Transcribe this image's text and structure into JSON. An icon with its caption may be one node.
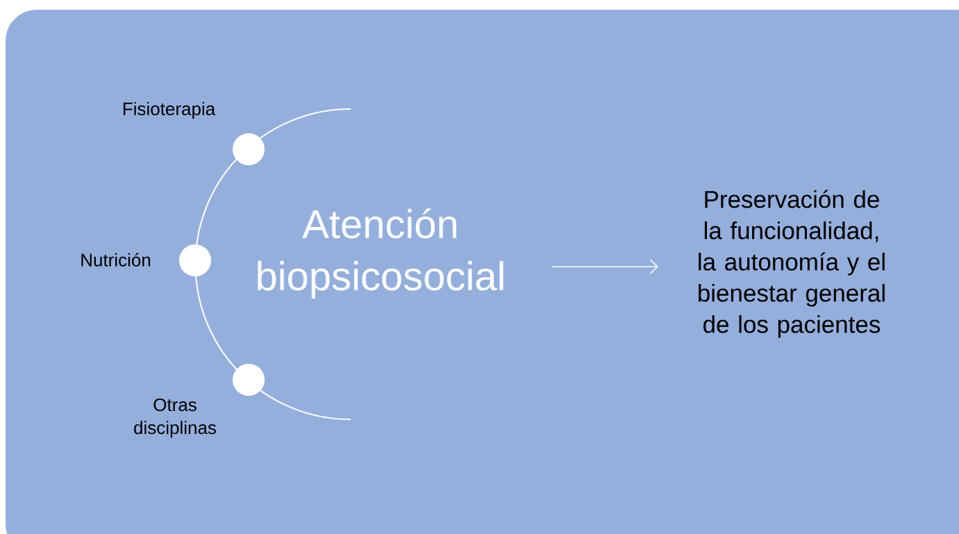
{
  "diagram": {
    "nodes": [
      {
        "text": [
          "Atención biopsicosocial"
        ]
      },
      {
        "text": [
          "Preservación de la funcionalidad, la autonomía y el bienestar general de los pacientes"
        ]
      },
      {
        "text": [],
        "shape": "circle",
        "beside": [
          "Fisioterapia"
        ]
      },
      {
        "text": [],
        "shape": "circle",
        "beside": [
          "Nutrición"
        ]
      },
      {
        "text": [],
        "shape": "circle",
        "beside": [
          "Otras disciplinas"
        ]
      }
    ],
    "edges": [
      {
        "from": 0,
        "to": 1,
        "arrow": "to"
      }
    ]
  }
}
